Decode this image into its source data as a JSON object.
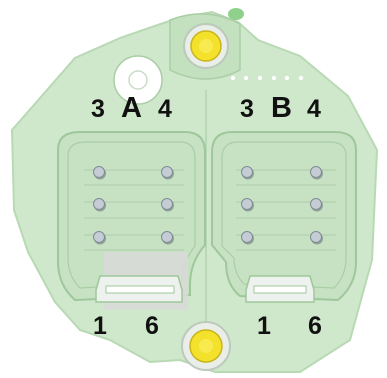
{
  "connector": {
    "body_color": "#cfe7cb",
    "outline_color": "#a9cda5",
    "screw_color": "#f4e12c",
    "pin_color": "#c5ccd6"
  },
  "port_a": {
    "letter": "A",
    "top_left_pin": "3",
    "top_right_pin": "4",
    "bottom_left_pin": "1",
    "bottom_right_pin": "6",
    "pin_grid": {
      "rows": 3,
      "columns": 2
    }
  },
  "port_b": {
    "letter": "B",
    "top_left_pin": "3",
    "top_right_pin": "4",
    "bottom_left_pin": "1",
    "bottom_right_pin": "6",
    "pin_grid": {
      "rows": 3,
      "columns": 2
    }
  }
}
